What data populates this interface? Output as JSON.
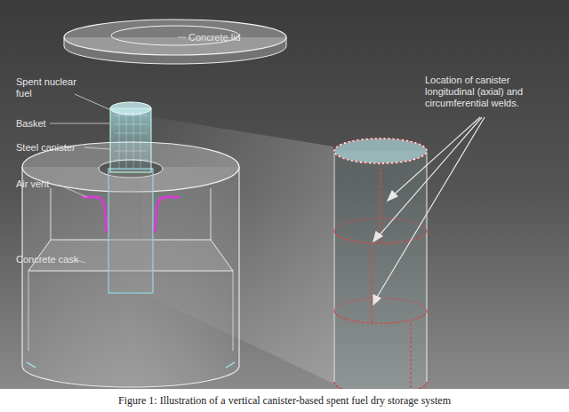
{
  "diagram": {
    "caption": "Figure 1: Illustration of a vertical canister-based spent fuel dry storage system",
    "labels": [
      "Concrete lid",
      "Spent nuclear fuel",
      "Basket",
      "Steel canister",
      "Air vent",
      "Concrete cask",
      "Location of canister longitudinal (axial) and circumferential welds."
    ]
  }
}
